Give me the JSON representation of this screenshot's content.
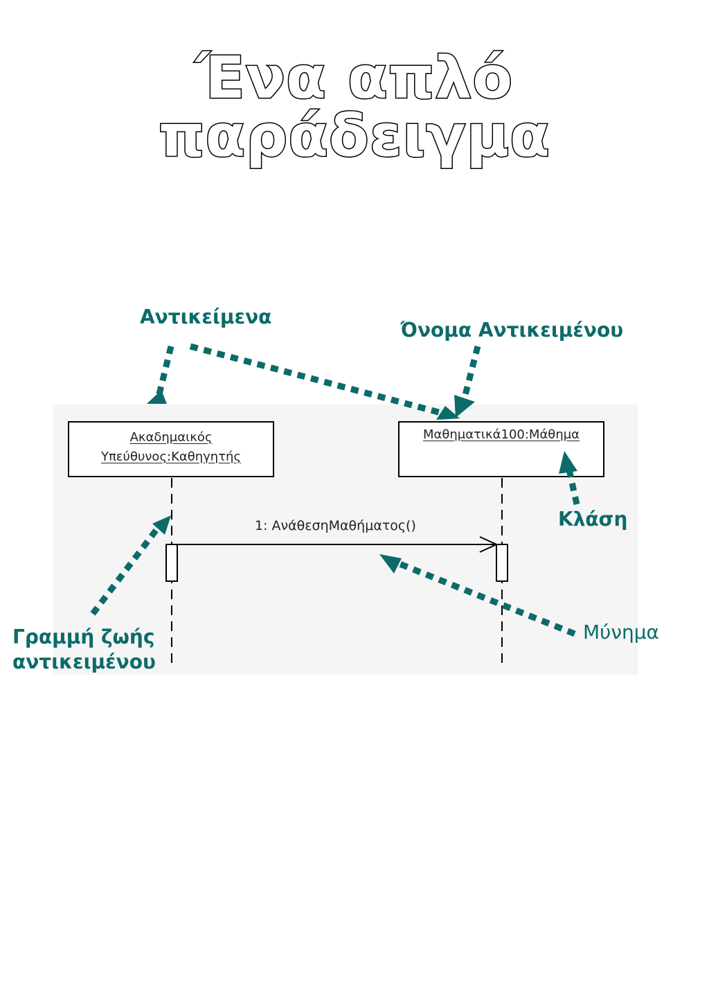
{
  "title": "Ένα απλό παράδειγμα",
  "diagram": {
    "objects": [
      {
        "lines": [
          "Ακαδημαικός",
          "Υπεύθυνος:Καθηγητής"
        ]
      },
      {
        "lines": [
          "Μαθηματικά100:Μάθημα"
        ]
      }
    ],
    "message": {
      "label": "1: ΑνάθεσηΜαθήματος()"
    }
  },
  "annotations": {
    "objects": "Αντικείμενα",
    "object_name": "Όνομα Αντικειμένου",
    "class": "Κλάση",
    "lifeline_line1": "Γραμμή ζωής",
    "lifeline_line2": "αντικειμένου",
    "message": "Μύνημα"
  },
  "colors": {
    "annotation": "#0c6b69",
    "diagram_background": "#f5f5f5",
    "ink": "#000000"
  }
}
